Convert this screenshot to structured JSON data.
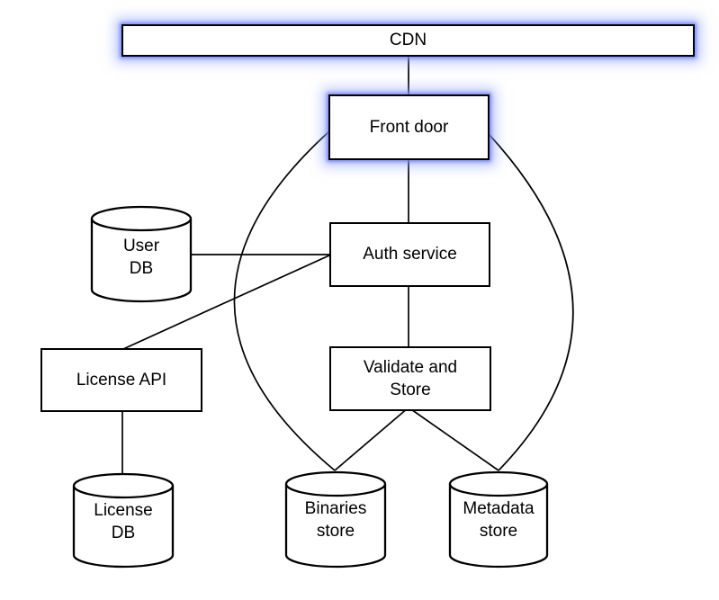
{
  "diagram": {
    "background_color": "#ffffff",
    "line_color": "#000000",
    "highlight_glow_color": "#8c9eff",
    "nodes": {
      "cdn": {
        "label": "CDN",
        "shape": "box",
        "highlighted": true
      },
      "front_door": {
        "label": "Front door",
        "shape": "box",
        "highlighted": true
      },
      "auth_service": {
        "label": "Auth service",
        "shape": "box",
        "highlighted": false
      },
      "validate_store": {
        "label": "Validate and\nStore",
        "shape": "box",
        "highlighted": false
      },
      "license_api": {
        "label": "License API",
        "shape": "box",
        "highlighted": false
      },
      "user_db": {
        "label": "User\nDB",
        "shape": "database",
        "highlighted": false
      },
      "license_db": {
        "label": "License\nDB",
        "shape": "database",
        "highlighted": false
      },
      "binaries_store": {
        "label": "Binaries\nstore",
        "shape": "database",
        "highlighted": false
      },
      "metadata_store": {
        "label": "Metadata\nstore",
        "shape": "database",
        "highlighted": false
      }
    },
    "edges": [
      {
        "from": "cdn",
        "to": "front_door",
        "style": "straight"
      },
      {
        "from": "front_door",
        "to": "auth_service",
        "style": "straight"
      },
      {
        "from": "auth_service",
        "to": "validate_store",
        "style": "straight"
      },
      {
        "from": "user_db",
        "to": "auth_service",
        "style": "straight"
      },
      {
        "from": "auth_service",
        "to": "license_api",
        "style": "straight"
      },
      {
        "from": "license_api",
        "to": "license_db",
        "style": "straight"
      },
      {
        "from": "validate_store",
        "to": "binaries_store",
        "style": "straight"
      },
      {
        "from": "validate_store",
        "to": "metadata_store",
        "style": "straight"
      },
      {
        "from": "front_door",
        "to": "binaries_store",
        "style": "curve-left"
      },
      {
        "from": "front_door",
        "to": "metadata_store",
        "style": "curve-right"
      }
    ]
  }
}
